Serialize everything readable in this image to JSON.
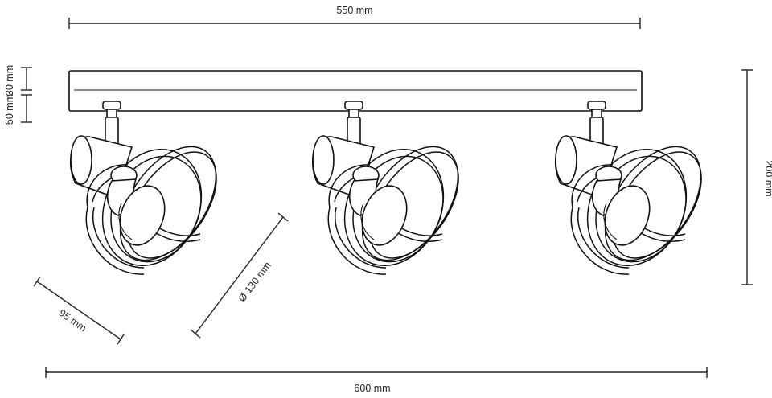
{
  "dimensions": {
    "top_width": "550 mm",
    "bottom_width": "600 mm",
    "height": "200 mm",
    "bar_thickness": "30 mm",
    "bar_offset": "50 mm",
    "shade_diameter": "Ø 130 mm",
    "shade_depth": "95 mm"
  },
  "spotlights": [
    {
      "id": "left"
    },
    {
      "id": "middle"
    },
    {
      "id": "right"
    }
  ]
}
